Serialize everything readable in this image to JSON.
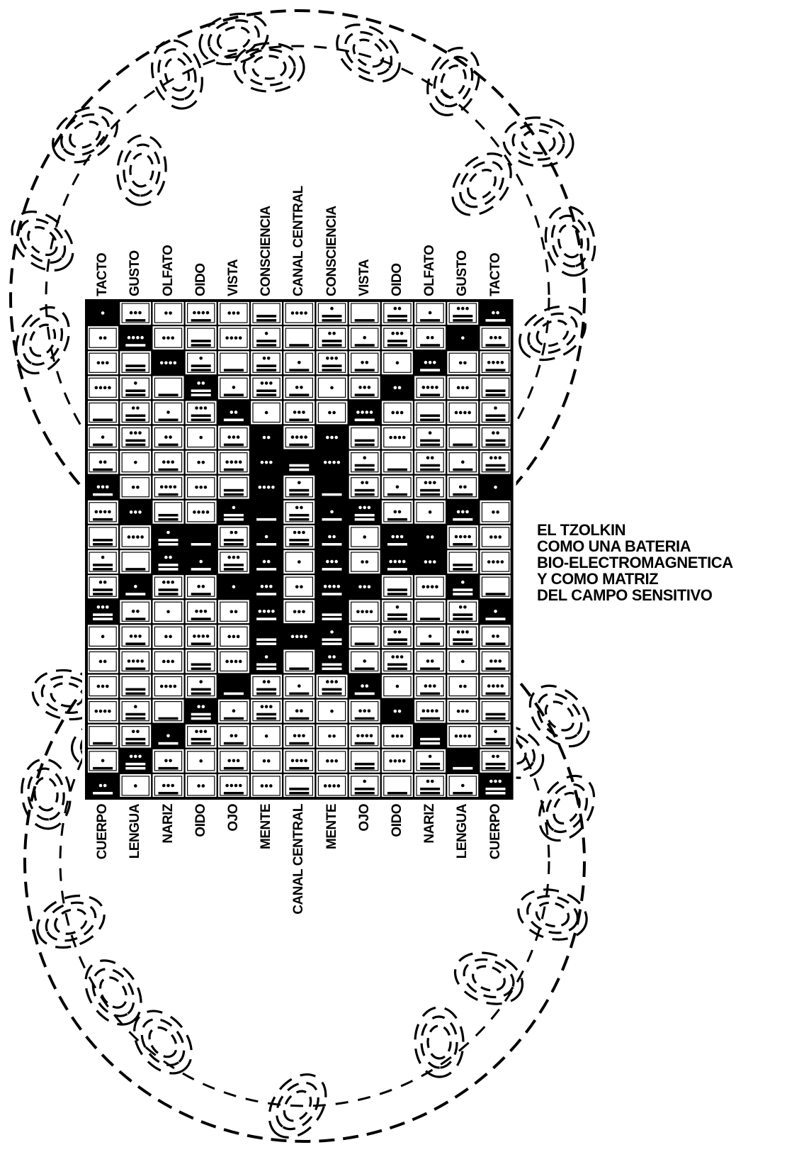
{
  "diagram": {
    "top_labels": [
      "TACTO",
      "GUSTO",
      "OLFATO",
      "OIDO",
      "VISTA",
      "CONSCIENCIA",
      "CANAL CENTRAL",
      "CONSCIENCIA",
      "VISTA",
      "OIDO",
      "OLFATO",
      "GUSTO",
      "TACTO"
    ],
    "bottom_labels": [
      "CUERPO",
      "LENGUA",
      "NARIZ",
      "OIDO",
      "OJO",
      "MENTE",
      "CANAL CENTRAL",
      "MENTE",
      "OJO",
      "OIDO",
      "NARIZ",
      "LENGUA",
      "CUERPO"
    ],
    "caption_lines": [
      "EL TZOLKIN",
      "COMO UNA BATERIA",
      "BIO-ELECTROMAGNETICA",
      "Y COMO MATRIZ",
      "DEL CAMPO SENSITIVO"
    ],
    "grid": {
      "columns": 13,
      "rows": 20
    },
    "colors": {
      "ink": "#000000",
      "paper": "#ffffff"
    }
  }
}
